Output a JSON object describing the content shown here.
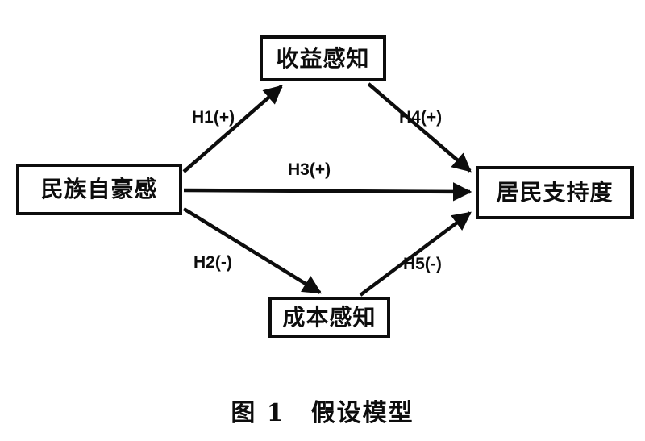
{
  "figure": {
    "caption": "图 1　假设模型",
    "background_color": "#ffffff",
    "line_color": "#0d0d0d"
  },
  "nodes": [
    {
      "id": "pride",
      "label": "民族自豪感",
      "role": "exogenous-construct"
    },
    {
      "id": "benefit",
      "label": "收益感知",
      "role": "mediator-construct"
    },
    {
      "id": "cost",
      "label": "成本感知",
      "role": "mediator-construct"
    },
    {
      "id": "support",
      "label": "居民支持度",
      "role": "endogenous-construct"
    }
  ],
  "edges": [
    {
      "id": "h1",
      "label": "H1(+)",
      "from": "pride",
      "to": "benefit",
      "sign": "+"
    },
    {
      "id": "h2",
      "label": "H2(-)",
      "from": "pride",
      "to": "cost",
      "sign": "-"
    },
    {
      "id": "h3",
      "label": "H3(+)",
      "from": "pride",
      "to": "support",
      "sign": "+"
    },
    {
      "id": "h4",
      "label": "H4(+)",
      "from": "benefit",
      "to": "support",
      "sign": "+"
    },
    {
      "id": "h5",
      "label": "H5(-)",
      "from": "cost",
      "to": "support",
      "sign": "-"
    }
  ],
  "chart_data": {
    "type": "diagram",
    "title": "图 1　假设模型",
    "nodes": [
      "民族自豪感",
      "收益感知",
      "成本感知",
      "居民支持度"
    ],
    "relations": [
      {
        "hypothesis": "H1",
        "sign": "+",
        "source": "民族自豪感",
        "target": "收益感知"
      },
      {
        "hypothesis": "H2",
        "sign": "-",
        "source": "民族自豪感",
        "target": "成本感知"
      },
      {
        "hypothesis": "H3",
        "sign": "+",
        "source": "民族自豪感",
        "target": "居民支持度"
      },
      {
        "hypothesis": "H4",
        "sign": "+",
        "source": "收益感知",
        "target": "居民支持度"
      },
      {
        "hypothesis": "H5",
        "sign": "-",
        "source": "成本感知",
        "target": "居民支持度"
      }
    ]
  }
}
